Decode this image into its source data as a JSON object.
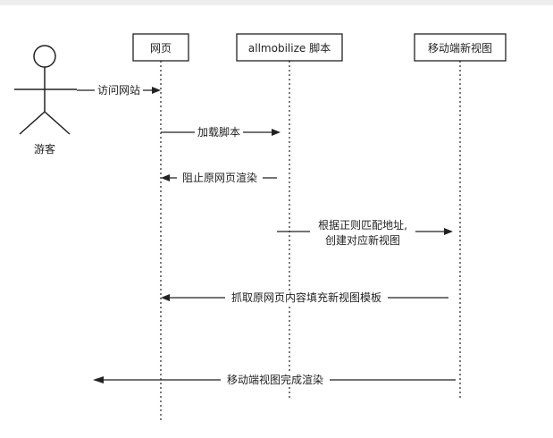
{
  "diagram": {
    "actor": {
      "label": "游客"
    },
    "participants": [
      {
        "id": "webpage",
        "label": "网页"
      },
      {
        "id": "script",
        "label": "allmobilize 脚本"
      },
      {
        "id": "mobile",
        "label": "移动端新视图"
      }
    ],
    "messages": [
      {
        "label": "访问网站"
      },
      {
        "label": "加载脚本"
      },
      {
        "label": "阻止原网页渲染"
      },
      {
        "label": "根据正则匹配地址,",
        "label2": "创建对应新视图"
      },
      {
        "label": "抓取原网页内容填充新视图模板"
      },
      {
        "label": "移动端视图完成渲染"
      }
    ]
  }
}
